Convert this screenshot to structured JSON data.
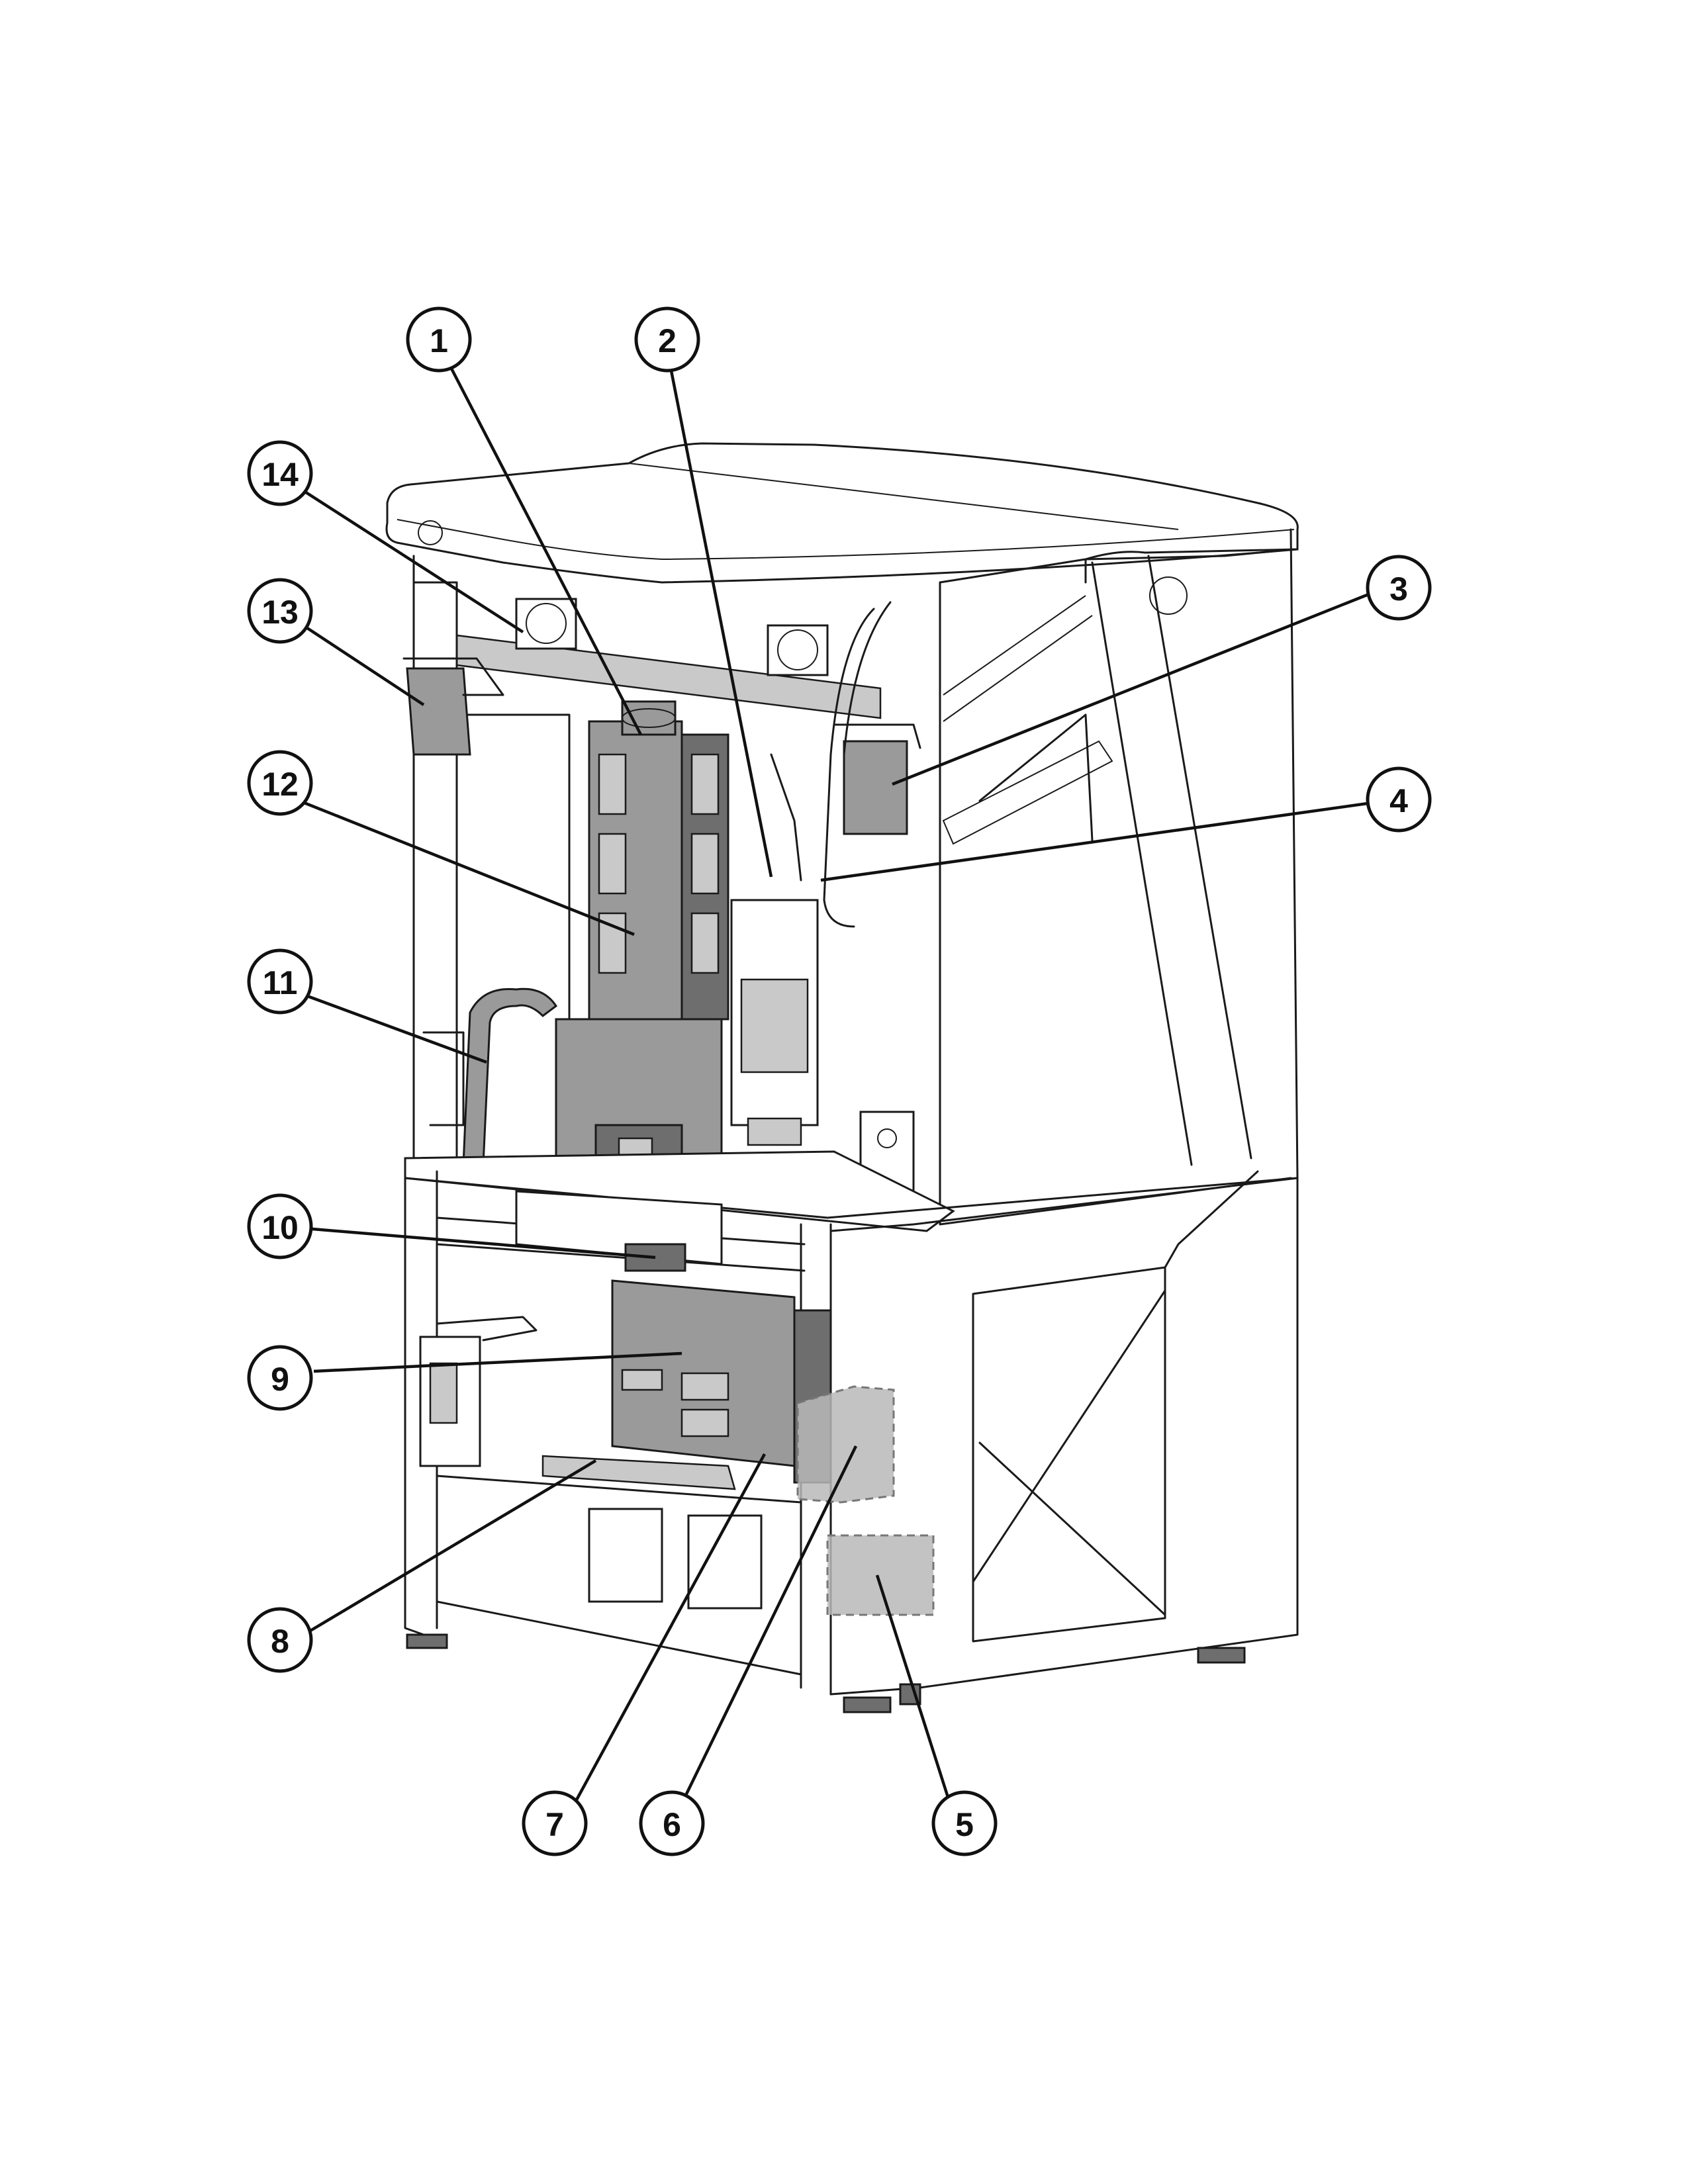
{
  "diagram": {
    "callouts": [
      {
        "id": 1,
        "label": "1"
      },
      {
        "id": 2,
        "label": "2"
      },
      {
        "id": 3,
        "label": "3"
      },
      {
        "id": 4,
        "label": "4"
      },
      {
        "id": 5,
        "label": "5"
      },
      {
        "id": 6,
        "label": "6"
      },
      {
        "id": 7,
        "label": "7"
      },
      {
        "id": 8,
        "label": "8"
      },
      {
        "id": 9,
        "label": "9"
      },
      {
        "id": 10,
        "label": "10"
      },
      {
        "id": 11,
        "label": "11"
      },
      {
        "id": 12,
        "label": "12"
      },
      {
        "id": 13,
        "label": "13"
      },
      {
        "id": 14,
        "label": "14"
      }
    ]
  }
}
